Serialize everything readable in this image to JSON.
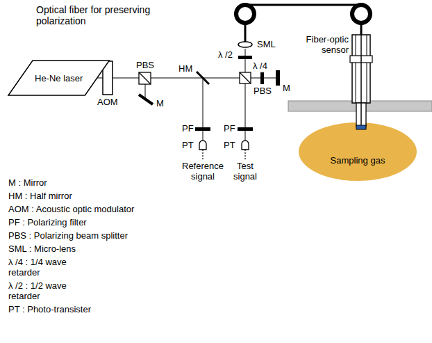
{
  "diagram": {
    "nodes": [
      {
        "text": [
          "He-Ne laser"
        ]
      },
      {
        "text": [
          "Sampling gas"
        ]
      }
    ],
    "labels": [
      "Optical fiber for preserving polarization",
      "PBS",
      "AOM",
      "M",
      "HM",
      "PF",
      "PT",
      "Reference signal",
      "λ /2",
      "SML",
      "λ /4",
      "PBS",
      "M",
      "PF",
      "PT",
      "Test signal",
      "Fiber-optic sensor",
      "M : Mirror",
      "HM : Half mirror",
      "AOM : Acoustic optic modulator",
      "PF : Polarizing filter",
      "PBS : Polarizing beam splitter",
      "SML : Micro-lens",
      "λ /4 : 1/4 wave retarder",
      "λ /2 : 1/2 wave retarder",
      "PT : Photo-transister"
    ]
  }
}
